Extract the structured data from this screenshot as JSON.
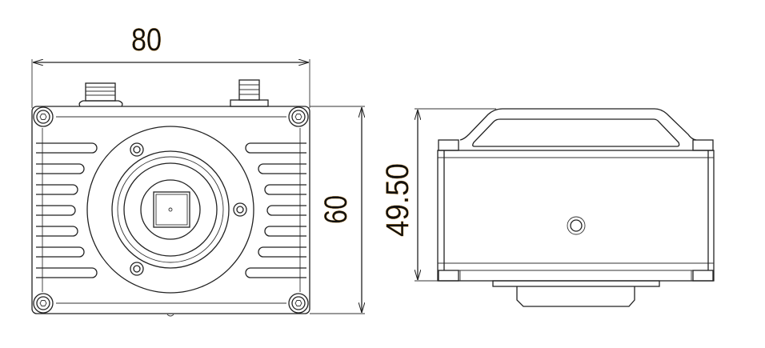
{
  "drawing": {
    "front_view": {
      "width_dimension": "80",
      "height_dimension": "60"
    },
    "side_view": {
      "height_dimension": "49.50"
    }
  }
}
